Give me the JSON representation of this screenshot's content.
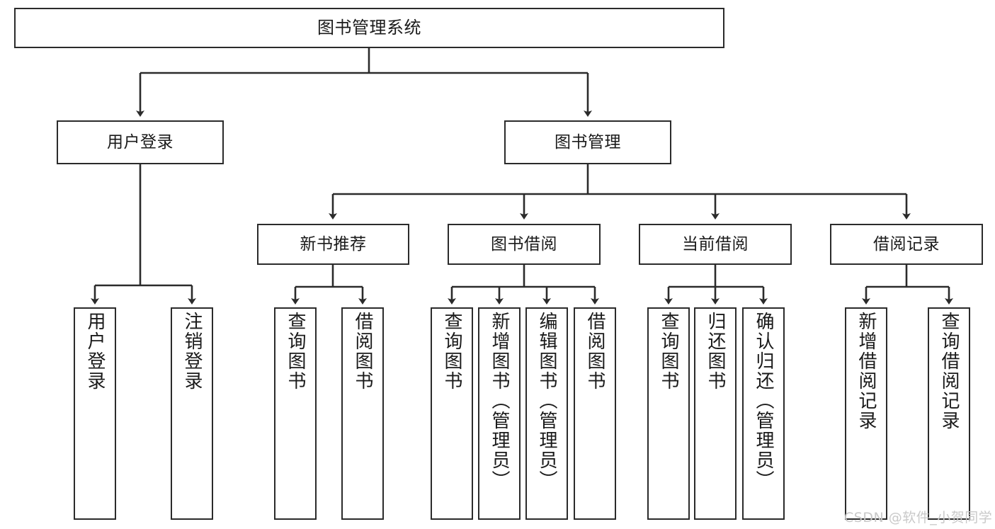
{
  "diagram": {
    "title": "图书管理系统",
    "watermark": "CSDN @软件_小贺同学",
    "colors": {
      "node_border": "#2b2b2b",
      "node_fill": "#ffffff",
      "edge": "#2b2b2b",
      "text": "#1a1a1a",
      "watermark": "#c9c9c9",
      "background": "#ffffff"
    }
  },
  "nodes": {
    "root": {
      "label": "图书管理系统"
    },
    "level2": [
      {
        "id": "user-login",
        "label": "用户登录"
      },
      {
        "id": "book-management",
        "label": "图书管理"
      }
    ],
    "level3": [
      {
        "id": "new-book-recommend",
        "label": "新书推荐"
      },
      {
        "id": "book-borrow",
        "label": "图书借阅"
      },
      {
        "id": "current-borrow",
        "label": "当前借阅"
      },
      {
        "id": "borrow-record",
        "label": "借阅记录"
      }
    ],
    "leaves": {
      "user_login": [
        {
          "id": "leaf-user-login",
          "label": "用户登录"
        },
        {
          "id": "leaf-logout",
          "label": "注销登录"
        }
      ],
      "new_book_recommend": [
        {
          "id": "leaf-query-book-1",
          "label": "查询图书"
        },
        {
          "id": "leaf-borrow-book-1",
          "label": "借阅图书"
        }
      ],
      "book_borrow": [
        {
          "id": "leaf-query-book-2",
          "label": "查询图书"
        },
        {
          "id": "leaf-add-book",
          "label": "新增图书（管理员）"
        },
        {
          "id": "leaf-edit-book",
          "label": "编辑图书（管理员）"
        },
        {
          "id": "leaf-borrow-book-2",
          "label": "借阅图书"
        }
      ],
      "current_borrow": [
        {
          "id": "leaf-query-book-3",
          "label": "查询图书"
        },
        {
          "id": "leaf-return-book",
          "label": "归还图书"
        },
        {
          "id": "leaf-confirm-return",
          "label": "确认归还（管理员）"
        }
      ],
      "borrow_record": [
        {
          "id": "leaf-add-record",
          "label": "新增借阅记录"
        },
        {
          "id": "leaf-query-record",
          "label": "查询借阅记录"
        }
      ]
    }
  }
}
